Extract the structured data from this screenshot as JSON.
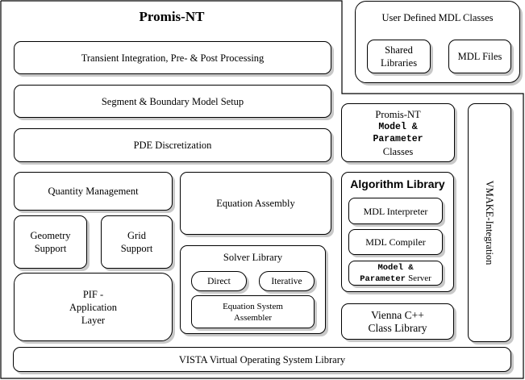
{
  "diagram": {
    "title": "Promis-NT",
    "layers": {
      "transient": "Transient Integration, Pre- & Post Processing",
      "segment": "Segment & Boundary Model Setup",
      "pde": "PDE Discretization",
      "quantity": "Quantity Management",
      "equation_assembly": "Equation Assembly",
      "geometry": {
        "line1": "Geometry",
        "line2": "Support"
      },
      "grid": {
        "line1": "Grid",
        "line2": "Support"
      },
      "pif": {
        "line1": "PIF -",
        "line2": "Application",
        "line3": "Layer"
      },
      "solver": {
        "title": "Solver Library",
        "direct": "Direct",
        "iterative": "Iterative",
        "assembler": {
          "line1": "Equation System",
          "line2": "Assembler"
        }
      },
      "vista": "VISTA Virtual Operating System Library"
    },
    "user_defined": {
      "title": "User Defined MDL Classes",
      "shared": {
        "line1": "Shared",
        "line2": "Libraries"
      },
      "files": "MDL Files"
    },
    "model_classes": {
      "line1": "Promis-NT",
      "line2": "Model &",
      "line3": "Parameter",
      "line4": "Classes"
    },
    "algorithm": {
      "title": "Algorithm Library",
      "interpreter": "MDL Interpreter",
      "compiler": "MDL Compiler",
      "server": {
        "line1": "Model &",
        "line2_mono": "Parameter",
        "line2_serif": "Server"
      }
    },
    "vienna": {
      "line1": "Vienna C++",
      "line2": "Class Library"
    },
    "vmake": "VMAKE-Integration"
  },
  "colors": {
    "stroke": "#000000",
    "shadow": "#c8c8c8",
    "background": "#ffffff"
  }
}
